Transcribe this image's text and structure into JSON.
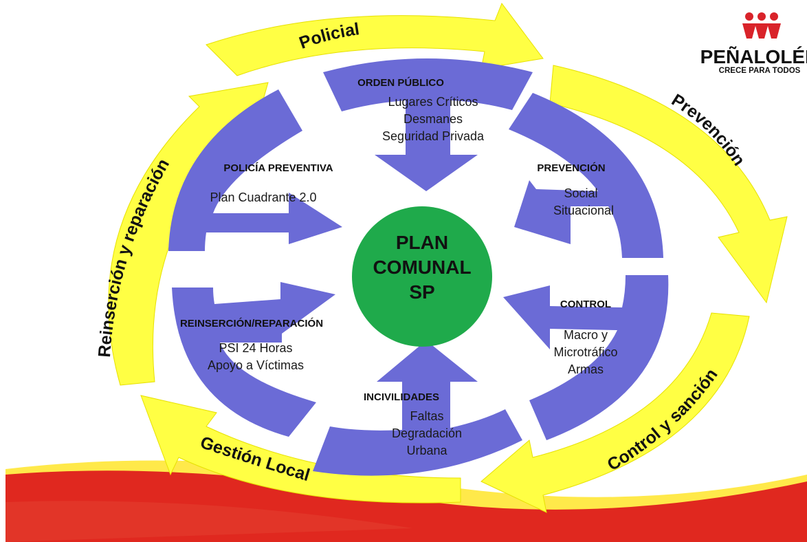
{
  "colors": {
    "blue": "#6b6bd6",
    "yellow": "#ffff44",
    "green": "#1faa4b",
    "red": "#e0281f",
    "logo_red": "#d9232a"
  },
  "logo": {
    "name": "PEÑALOLÉN",
    "tagline": "CRECE PARA TODOS"
  },
  "center": {
    "line1": "PLAN",
    "line2": "COMUNAL",
    "line3": "SP"
  },
  "outer_ring": {
    "policial": "Policial",
    "prevencion": "Prevención",
    "control_sancion": "Control y sanción",
    "gestion_local": "Gestión Local",
    "reinsercion_reparacion": "Reinserción  y reparación"
  },
  "segments": {
    "orden_publico": {
      "title": "ORDEN PÚBLICO",
      "items": [
        "Lugares Críticos",
        "Desmanes",
        "Seguridad Privada"
      ]
    },
    "prevencion": {
      "title": "PREVENCIÓN",
      "items": [
        "Social",
        "Situacional"
      ]
    },
    "control": {
      "title": "CONTROL",
      "items": [
        "Macro y",
        "Microtráfico",
        "Armas"
      ]
    },
    "incivilidades": {
      "title": "INCIVILIDADES",
      "items": [
        "Faltas",
        "Degradación",
        "Urbana"
      ]
    },
    "reinsercion": {
      "title": "REINSERCIÓN/REPARACIÓN",
      "items": [
        "PSI 24 Horas",
        "Apoyo a Víctimas"
      ]
    },
    "policia_preventiva": {
      "title": "POLICÍA  PREVENTIVA",
      "items": [
        "Plan Cuadrante 2.0"
      ]
    }
  }
}
